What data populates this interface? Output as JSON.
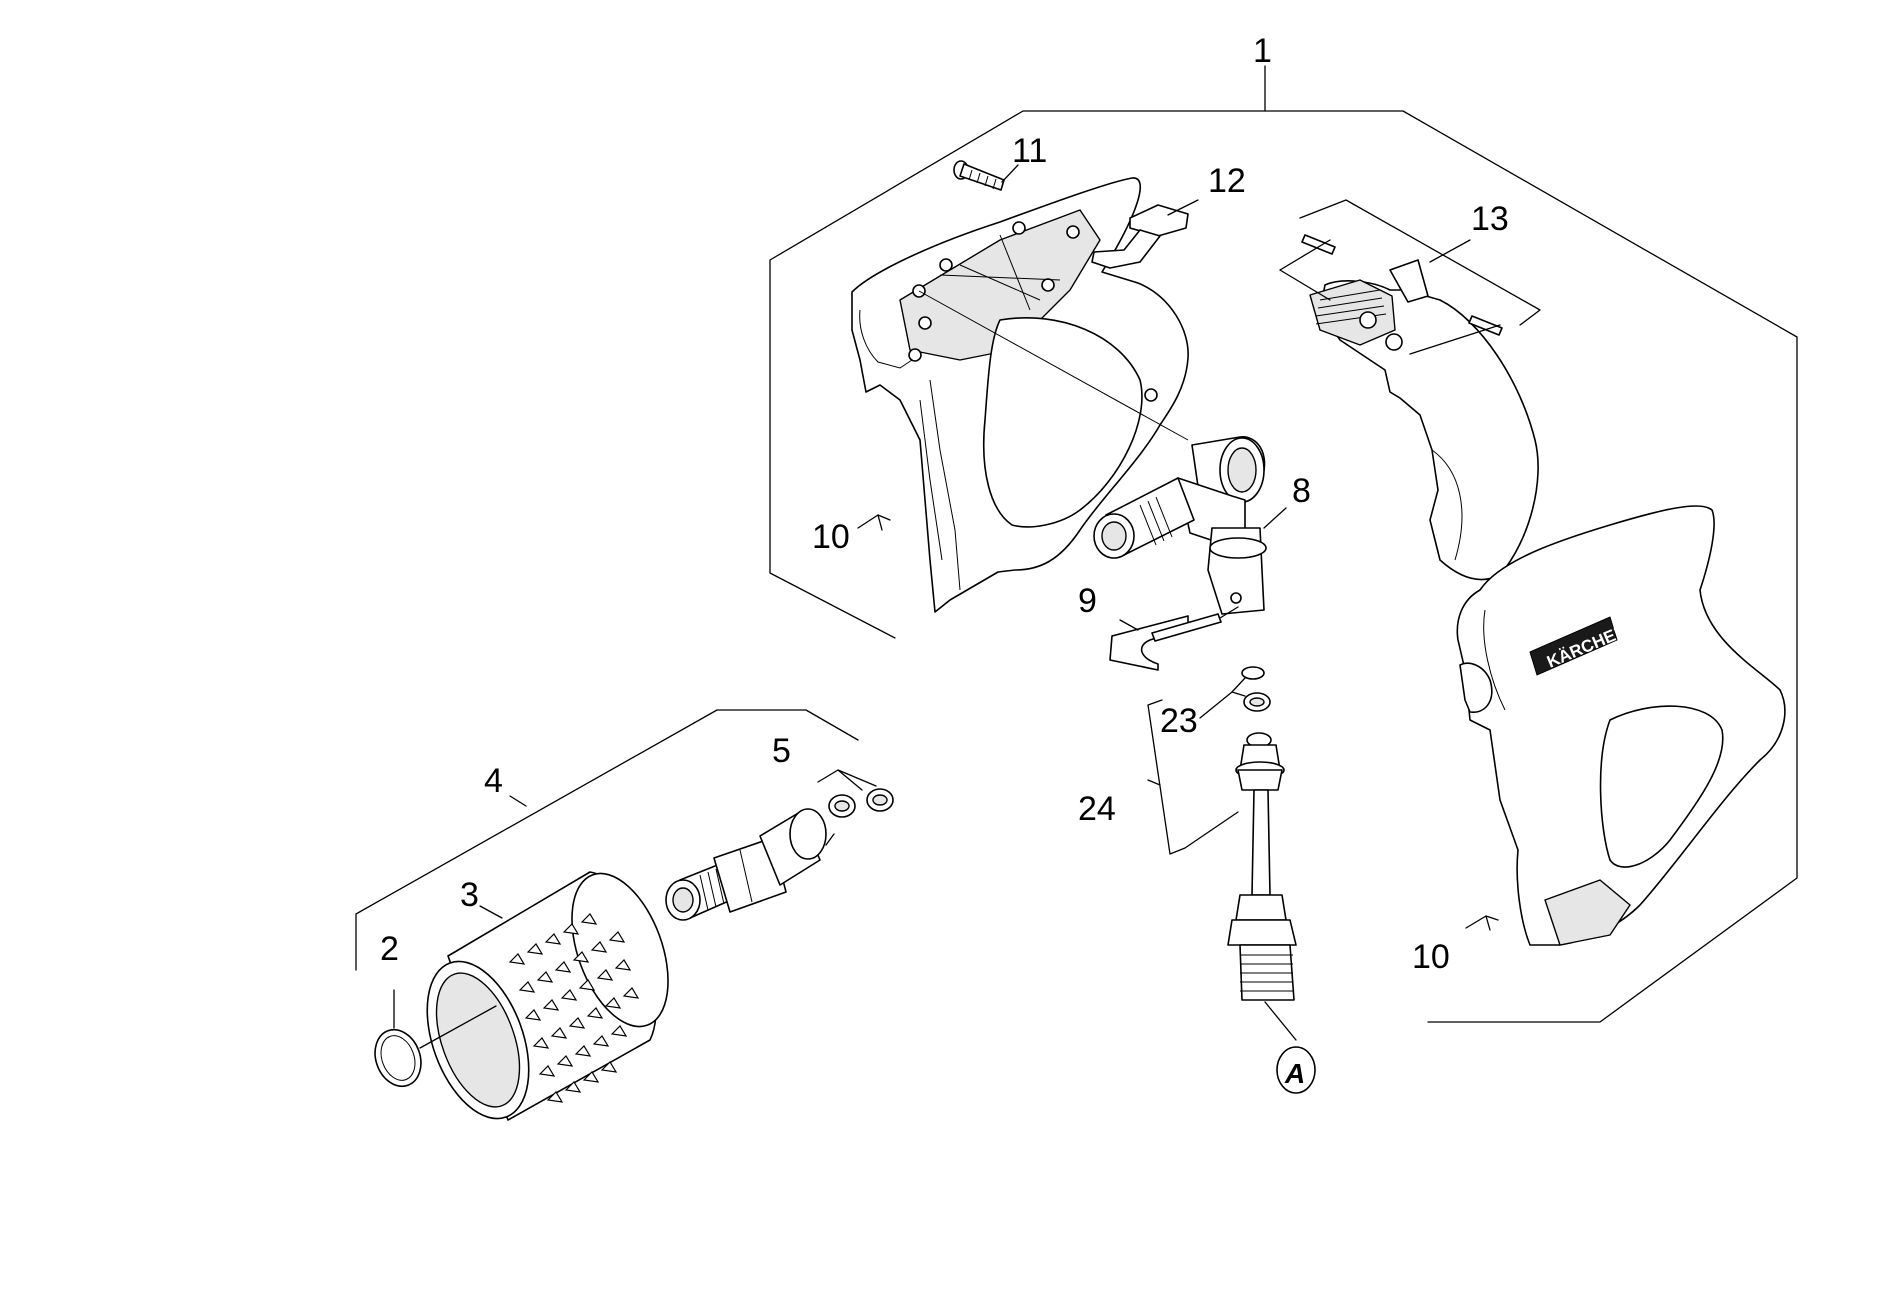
{
  "callouts": {
    "c1": "1",
    "c2": "2",
    "c3": "3",
    "c4": "4",
    "c5": "5",
    "c8": "8",
    "c9": "9",
    "c10a": "10",
    "c10b": "10",
    "c11": "11",
    "c12": "12",
    "c13": "13",
    "c23": "23",
    "c24": "24",
    "cA": "A"
  },
  "brand_text": "KÄRCHER"
}
